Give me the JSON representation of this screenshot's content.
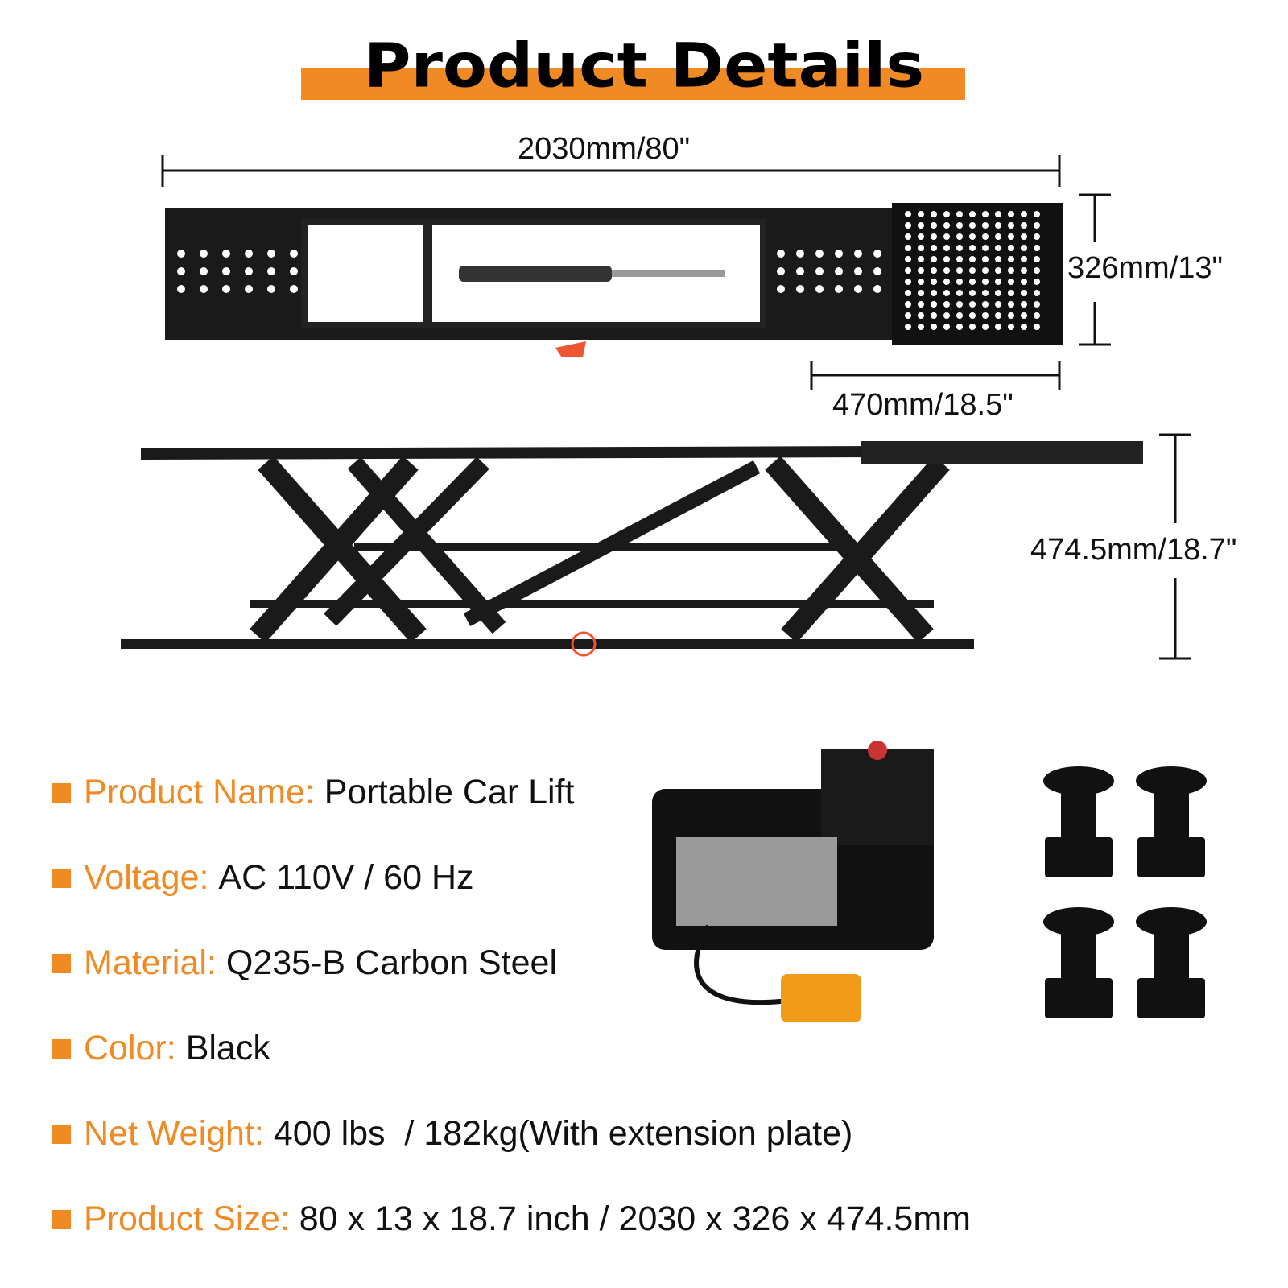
{
  "title": "Product Details",
  "dimensions": {
    "length": "2030mm/80\"",
    "width": "326mm/13\"",
    "extension": "470mm/18.5\"",
    "height": "474.5mm/18.7\""
  },
  "specs": [
    {
      "label": "Product Name:",
      "value": "Portable Car Lift"
    },
    {
      "label": "Voltage:",
      "value": "AC 110V / 60 Hz"
    },
    {
      "label": "Material:",
      "value": "Q235-B Carbon Steel"
    },
    {
      "label": "Color:",
      "value": "Black"
    },
    {
      "label": "Net Weight:",
      "value": "400 lbs  / 182kg(With extension plate)"
    },
    {
      "label": "Product Size:",
      "value": "80 x 13 x 18.7 inch / 2030 x 326 x 474.5mm"
    }
  ],
  "colors": {
    "accent": "#f08a24",
    "text": "#111111"
  }
}
